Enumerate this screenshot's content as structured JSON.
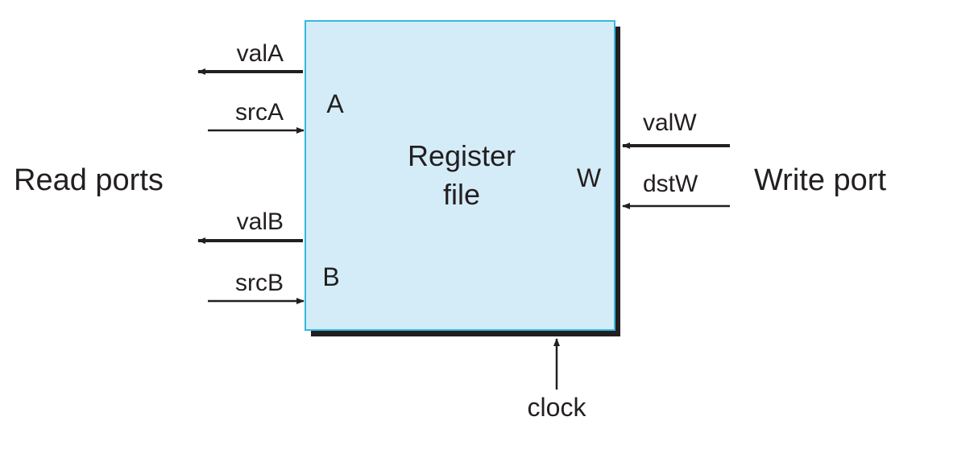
{
  "box": {
    "title_line1": "Register",
    "title_line2": "file",
    "port_a": "A",
    "port_b": "B",
    "port_w": "W"
  },
  "signals": {
    "val_a": "valA",
    "src_a": "srcA",
    "val_b": "valB",
    "src_b": "srcB",
    "val_w": "valW",
    "dst_w": "dstW",
    "clock": "clock"
  },
  "groups": {
    "read_ports": "Read ports",
    "write_port": "Write port"
  },
  "colors": {
    "box_fill": "#d4ecf8",
    "box_border": "#35b9e0",
    "shadow": "#231f20",
    "line": "#231f20"
  }
}
